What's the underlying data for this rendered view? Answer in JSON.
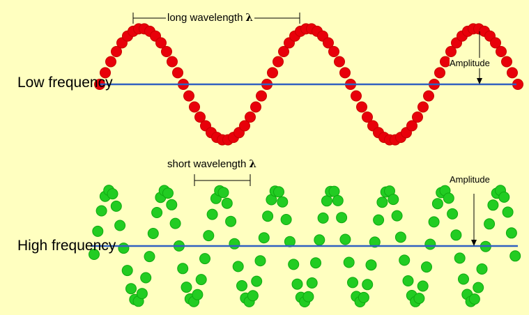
{
  "low_wave": {
    "label": "Low frequency",
    "wavelength_label": "long wavelength",
    "lambda_symbol": "λ",
    "amplitude_label": "Amplitude",
    "dot_color": "#e8000a",
    "dot_edge": "#c80000"
  },
  "high_wave": {
    "label": "High frequency",
    "wavelength_label": "short wavelength",
    "lambda_symbol": "λ",
    "amplitude_label": "Amplitude",
    "dot_color": "#22cc22",
    "dot_edge": "#10a810"
  },
  "colors": {
    "background": "#ffffc0",
    "axis_line": "#3060c0"
  }
}
